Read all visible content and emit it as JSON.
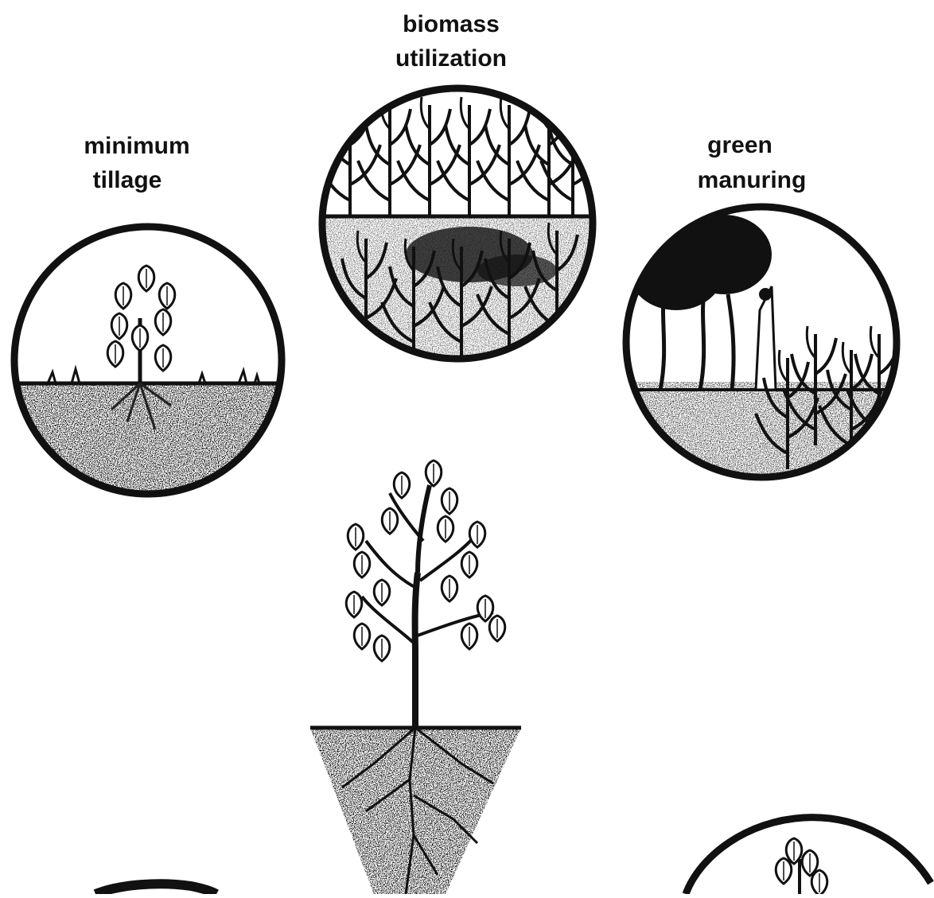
{
  "labels": {
    "biomass_line1": "biomass",
    "biomass_line2": "utilization",
    "tillage_line1": "minimum",
    "tillage_line2": "tillage",
    "manuring_line1": "green",
    "manuring_line2": "manuring"
  },
  "colors": {
    "ink": "#111111",
    "background": "#ffffff"
  }
}
